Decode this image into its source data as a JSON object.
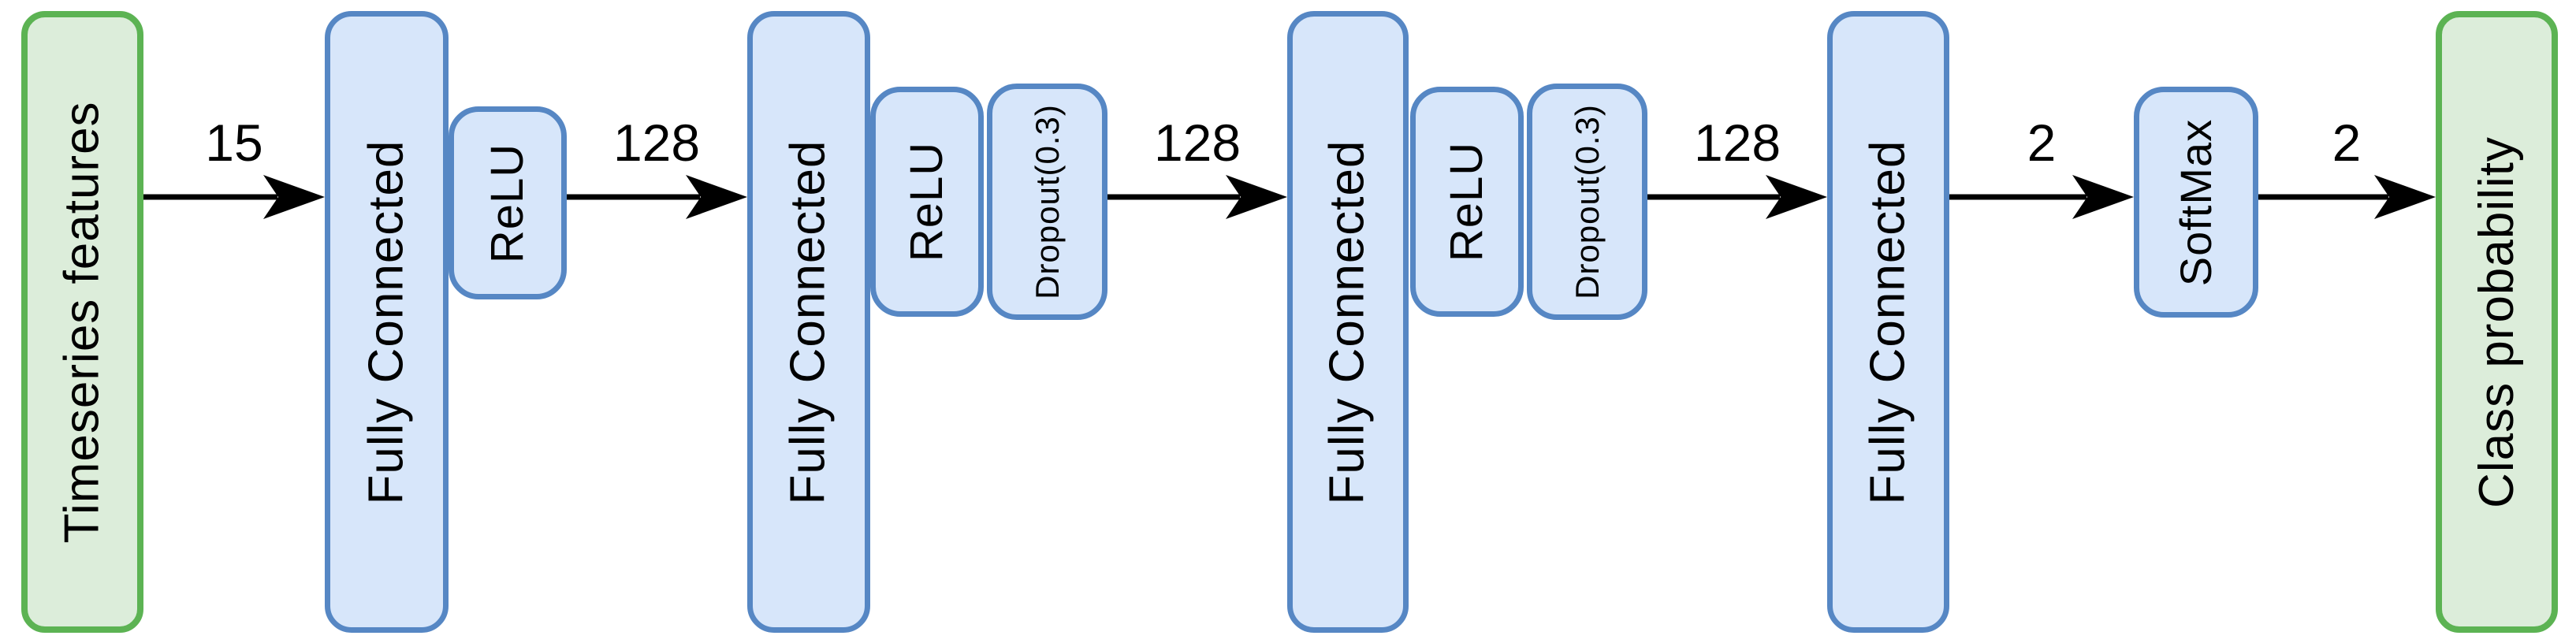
{
  "diagram": {
    "type": "neural-network-architecture",
    "background": "#ffffff",
    "colors": {
      "io_fill": "#dcedda",
      "io_border": "#5cb353",
      "layer_fill": "#d7e6fa",
      "layer_border": "#5687c4",
      "arrow": "#000000",
      "text": "#000000"
    },
    "nodes": [
      {
        "id": "input",
        "label": "Timeseries features",
        "type": "io"
      },
      {
        "id": "fc1",
        "label": "Fully Connected",
        "type": "layer"
      },
      {
        "id": "relu1",
        "label": "ReLU",
        "type": "layer"
      },
      {
        "id": "fc2",
        "label": "Fully Connected",
        "type": "layer"
      },
      {
        "id": "relu2",
        "label": "ReLU",
        "type": "layer"
      },
      {
        "id": "dropout2",
        "label": "Dropout(0.3)",
        "type": "layer"
      },
      {
        "id": "fc3",
        "label": "Fully Connected",
        "type": "layer"
      },
      {
        "id": "relu3",
        "label": "ReLU",
        "type": "layer"
      },
      {
        "id": "dropout3",
        "label": "Dropout(0.3)",
        "type": "layer"
      },
      {
        "id": "fc4",
        "label": "Fully Connected",
        "type": "layer"
      },
      {
        "id": "softmax",
        "label": "SoftMax",
        "type": "layer"
      },
      {
        "id": "output",
        "label": "Class probability",
        "type": "io"
      }
    ],
    "arrows": [
      {
        "from": "input",
        "to": "fc1",
        "label": "15"
      },
      {
        "from": "relu1",
        "to": "fc2",
        "label": "128"
      },
      {
        "from": "dropout2",
        "to": "fc3",
        "label": "128"
      },
      {
        "from": "dropout3",
        "to": "fc4",
        "label": "128"
      },
      {
        "from": "fc4",
        "to": "softmax",
        "label": "2"
      },
      {
        "from": "softmax",
        "to": "output",
        "label": "2"
      }
    ]
  }
}
